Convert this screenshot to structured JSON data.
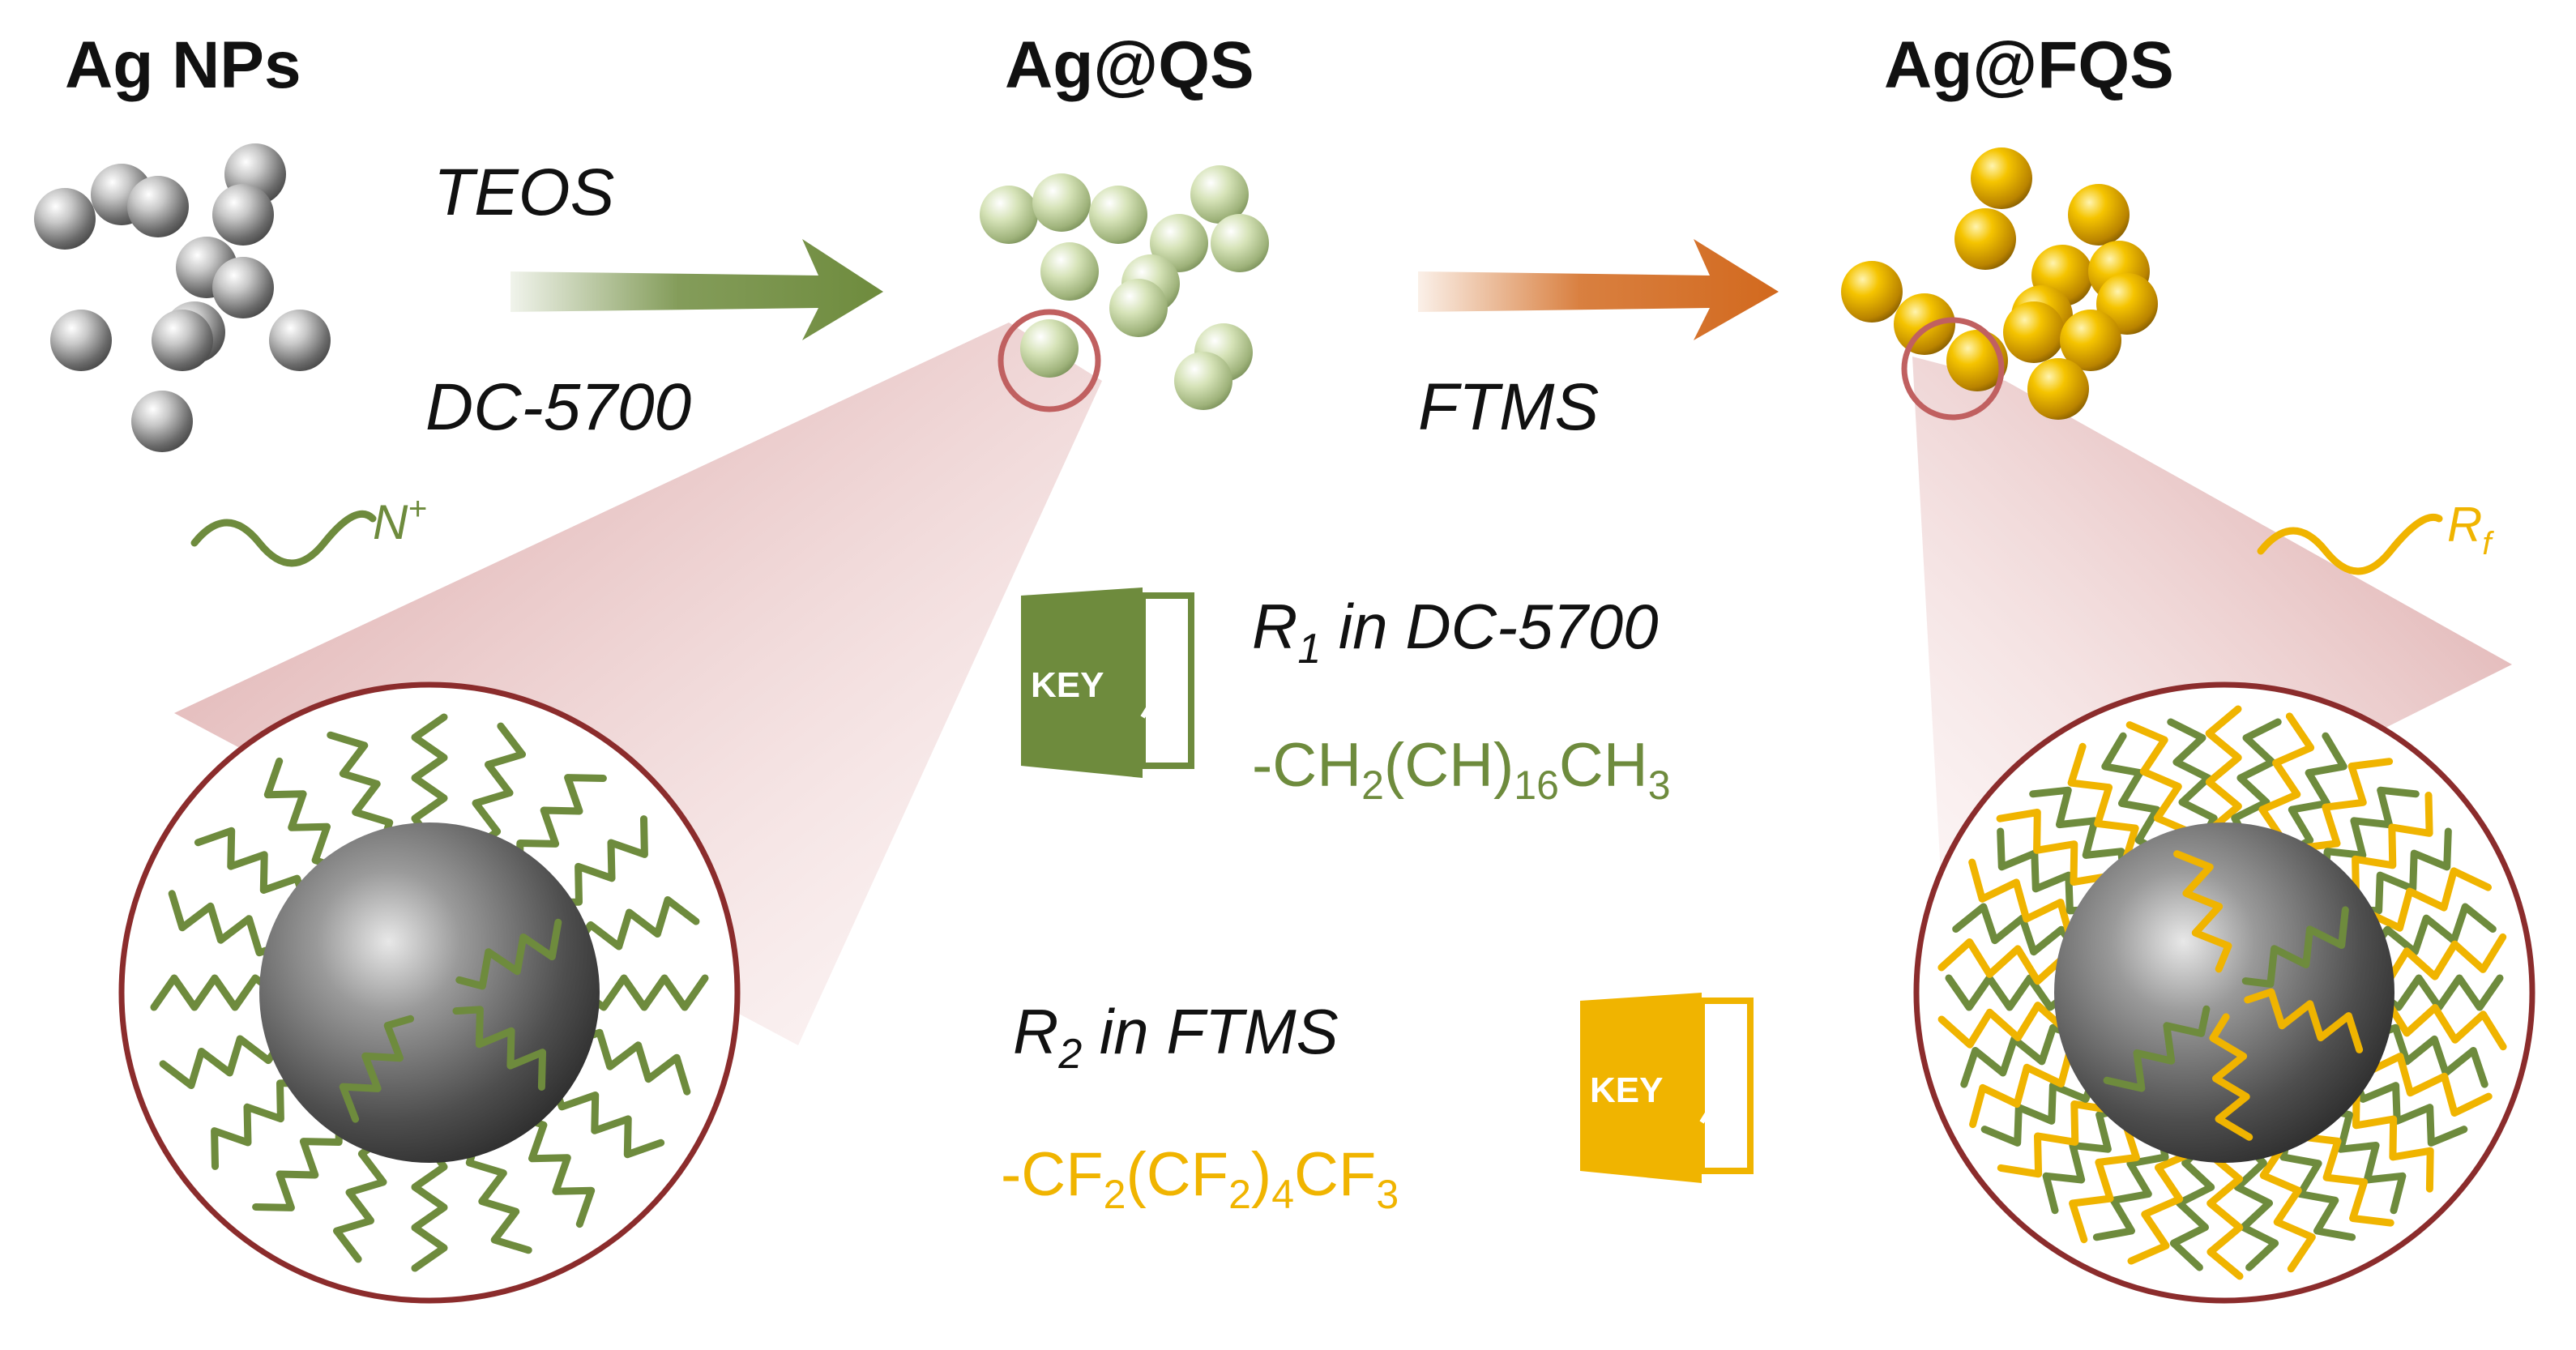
{
  "titles": {
    "left": "Ag NPs",
    "middle": "Ag@QS",
    "right": "Ag@FQS"
  },
  "reagents": {
    "step1_top": "TEOS",
    "step1_bottom": "DC-5700",
    "step2": "FTMS"
  },
  "chain_labels": {
    "ammonium": "N",
    "ammonium_charge": "+",
    "fluoro": "R",
    "fluoro_sub": "f"
  },
  "legend": {
    "r1": {
      "symbol": "R",
      "sub": "1",
      "text": " in DC-5700",
      "formula": [
        "-CH",
        "2",
        "(CH)",
        "16",
        "CH",
        "3"
      ]
    },
    "r2": {
      "symbol": "R",
      "sub": "2",
      "text": " in FTMS",
      "formula": [
        "-CF",
        "2",
        "(CF",
        "2",
        ")",
        "4",
        "CF",
        "3"
      ]
    },
    "key_label": "KEY"
  },
  "colors": {
    "green": "#6e8b3d",
    "orange": "#d2691e",
    "gold": "#f0b400",
    "circle": "#8b2c2c",
    "zoom": "#d98c8c"
  }
}
